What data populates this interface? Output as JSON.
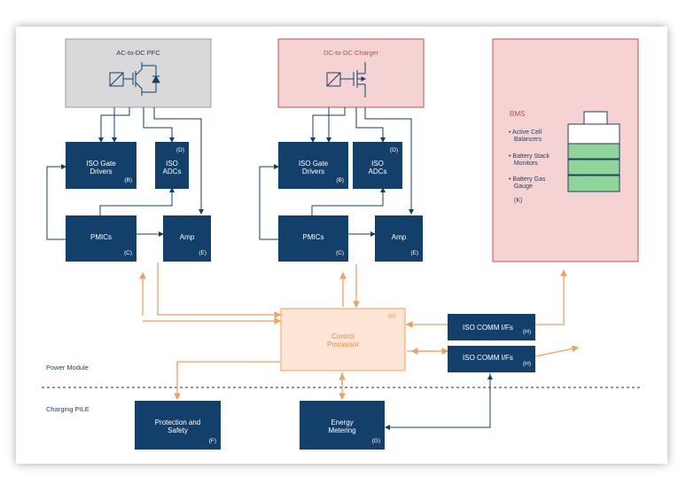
{
  "pfc": {
    "title": "AC-to-DC PFC"
  },
  "charger": {
    "title": "DC-to-DC Charger"
  },
  "bms": {
    "title": "BMS",
    "items": [
      "• Active Cell\n   Balancers",
      "• Battery Stack\n   Monitors",
      "• Battery Gas\n   Gauge"
    ],
    "code": "(K)"
  },
  "left": {
    "iso_gate": {
      "label": "ISO Gate\nDrivers",
      "code": "(B)"
    },
    "iso_adc": {
      "label": "ISO\nADCs",
      "code": "(D)"
    },
    "pmics": {
      "label": "PMICs",
      "code": "(C)"
    },
    "amp": {
      "label": "Amp",
      "code": "(E)"
    }
  },
  "mid": {
    "iso_gate": {
      "label": "ISO Gate\nDrivers",
      "code": "(B)"
    },
    "iso_adc": {
      "label": "ISO\nADCs",
      "code": "(D)"
    },
    "pmics": {
      "label": "PMICs",
      "code": "(C)"
    },
    "amp": {
      "label": "Amp",
      "code": "(E)"
    }
  },
  "control": {
    "label": "Control\nProcessor",
    "code": "(A)"
  },
  "comm1": {
    "label": "ISO COMM I/Fs",
    "code": "(H)"
  },
  "comm2": {
    "label": "ISO COMM I/Fs",
    "code": "(H)"
  },
  "protection": {
    "label": "Protection and\nSafety",
    "code": "(F)"
  },
  "metering": {
    "label": "Energy\nMetering",
    "code": "(G)"
  },
  "zones": {
    "power_module": "Power Module",
    "charging_pile": "Charging PILE"
  },
  "colors": {
    "navy": "#12406b",
    "orange": "#f0a060",
    "pink": "#f6d3d3",
    "pink_border": "#c0504d",
    "gray": "#d9d9d9",
    "green": "#8fd59a"
  }
}
